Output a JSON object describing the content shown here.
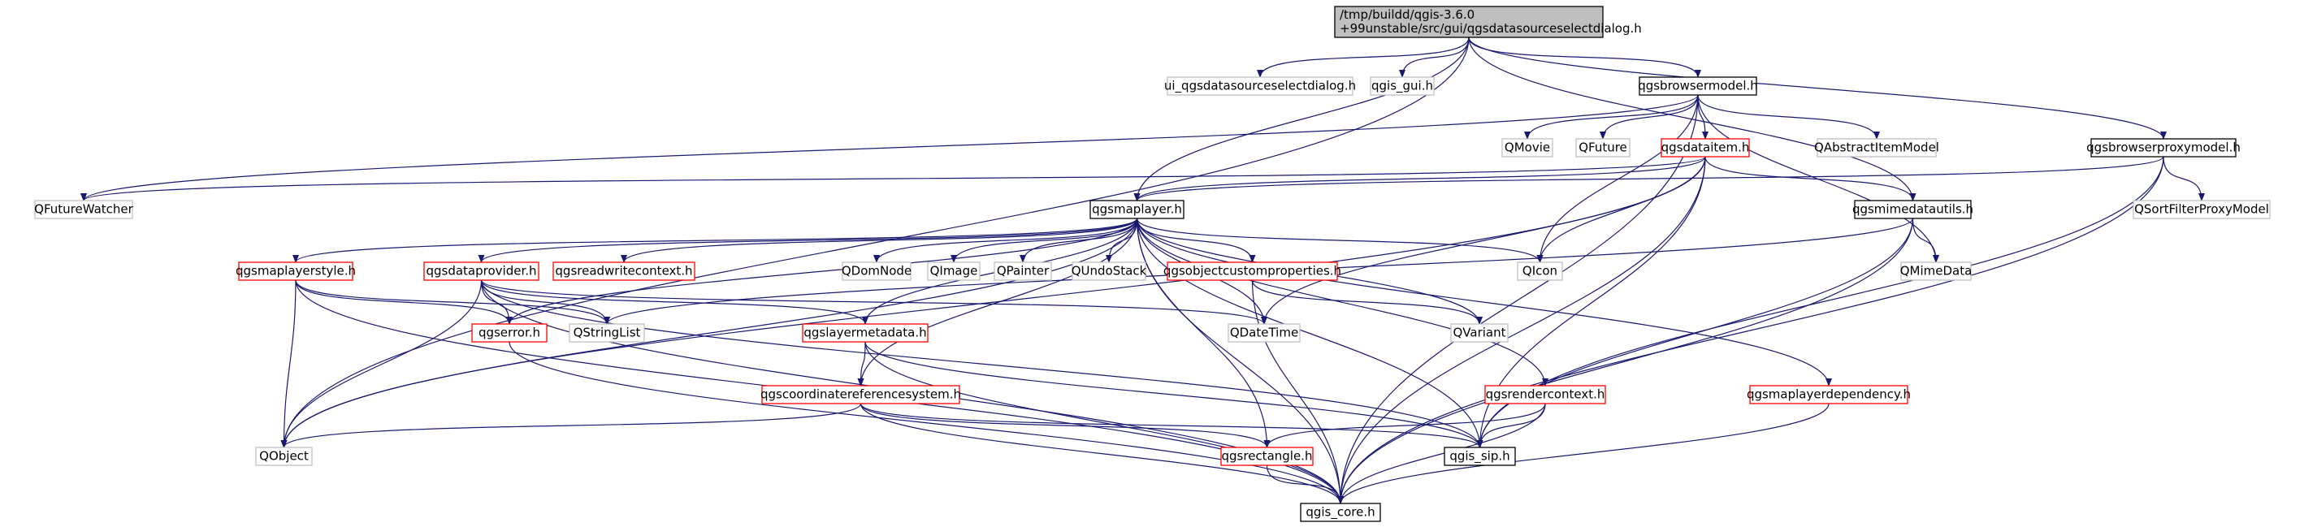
{
  "colors": {
    "edge": "#191970",
    "root_fill": "#bfbfbf",
    "black_border": "#000000",
    "red_border": "#ff0000",
    "gray_border": "#bfbfbf",
    "text": "#000000"
  },
  "nodes": [
    {
      "id": "root",
      "lines": [
        "/tmp/buildd/qgis-3.6.0",
        "+99unstable/src/gui/qgsdatasourceselectdialog.h"
      ],
      "style": "root"
    },
    {
      "id": "ui_dialog",
      "lines": [
        "ui_qgsdatasourceselectdialog.h"
      ],
      "style": "gray"
    },
    {
      "id": "qgis_gui",
      "lines": [
        "qgis_gui.h"
      ],
      "style": "gray"
    },
    {
      "id": "browsermodel",
      "lines": [
        "qgsbrowsermodel.h"
      ],
      "style": "black"
    },
    {
      "id": "browserproxymodel",
      "lines": [
        "qgsbrowserproxymodel.h"
      ],
      "style": "black"
    },
    {
      "id": "qmovie",
      "lines": [
        "QMovie"
      ],
      "style": "gray"
    },
    {
      "id": "qfuture",
      "lines": [
        "QFuture"
      ],
      "style": "gray"
    },
    {
      "id": "dataitem",
      "lines": [
        "qgsdataitem.h"
      ],
      "style": "red"
    },
    {
      "id": "qabstractitemmodel",
      "lines": [
        "QAbstractItemModel"
      ],
      "style": "gray"
    },
    {
      "id": "qsortfilter",
      "lines": [
        "QSortFilterProxyModel"
      ],
      "style": "gray"
    },
    {
      "id": "qfuturewatcher",
      "lines": [
        "QFutureWatcher"
      ],
      "style": "gray"
    },
    {
      "id": "maplayer",
      "lines": [
        "qgsmaplayer.h"
      ],
      "style": "black"
    },
    {
      "id": "mimedatautils",
      "lines": [
        "qgsmimedatautils.h"
      ],
      "style": "black"
    },
    {
      "id": "maplayerstyle",
      "lines": [
        "qgsmaplayerstyle.h"
      ],
      "style": "red"
    },
    {
      "id": "dataprovider",
      "lines": [
        "qgsdataprovider.h"
      ],
      "style": "red"
    },
    {
      "id": "readwritecontext",
      "lines": [
        "qgsreadwritecontext.h"
      ],
      "style": "red"
    },
    {
      "id": "qdomnode",
      "lines": [
        "QDomNode"
      ],
      "style": "gray"
    },
    {
      "id": "qimage",
      "lines": [
        "QImage"
      ],
      "style": "gray"
    },
    {
      "id": "qpainter",
      "lines": [
        "QPainter"
      ],
      "style": "gray"
    },
    {
      "id": "qundostack",
      "lines": [
        "QUndoStack"
      ],
      "style": "gray"
    },
    {
      "id": "objcustomprops",
      "lines": [
        "qgsobjectcustomproperties.h"
      ],
      "style": "red"
    },
    {
      "id": "qicon",
      "lines": [
        "QIcon"
      ],
      "style": "gray"
    },
    {
      "id": "qmimedata",
      "lines": [
        "QMimeData"
      ],
      "style": "gray"
    },
    {
      "id": "qgserror",
      "lines": [
        "qgserror.h"
      ],
      "style": "red"
    },
    {
      "id": "qstringlist",
      "lines": [
        "QStringList"
      ],
      "style": "gray"
    },
    {
      "id": "layermetadata",
      "lines": [
        "qgslayermetadata.h"
      ],
      "style": "red"
    },
    {
      "id": "qdatetime",
      "lines": [
        "QDateTime"
      ],
      "style": "gray"
    },
    {
      "id": "qvariant",
      "lines": [
        "QVariant"
      ],
      "style": "gray"
    },
    {
      "id": "crs",
      "lines": [
        "qgscoordinatereferencesystem.h"
      ],
      "style": "red"
    },
    {
      "id": "rendercontext",
      "lines": [
        "qgsrendercontext.h"
      ],
      "style": "red"
    },
    {
      "id": "layerdependency",
      "lines": [
        "qgsmaplayerdependency.h"
      ],
      "style": "red"
    },
    {
      "id": "qobject",
      "lines": [
        "QObject"
      ],
      "style": "gray"
    },
    {
      "id": "qgsrectangle",
      "lines": [
        "qgsrectangle.h"
      ],
      "style": "red"
    },
    {
      "id": "qgis_sip",
      "lines": [
        "qgis_sip.h"
      ],
      "style": "black"
    },
    {
      "id": "qgis_core",
      "lines": [
        "qgis_core.h"
      ],
      "style": "black"
    }
  ],
  "edges": [
    [
      "root",
      "ui_dialog"
    ],
    [
      "root",
      "qgis_gui"
    ],
    [
      "root",
      "browsermodel"
    ],
    [
      "root",
      "browserproxymodel"
    ],
    [
      "root",
      "maplayer"
    ],
    [
      "root",
      "mimedatautils"
    ],
    [
      "root",
      "qobject"
    ],
    [
      "browsermodel",
      "qmovie"
    ],
    [
      "browsermodel",
      "qfuture"
    ],
    [
      "browsermodel",
      "dataitem"
    ],
    [
      "browsermodel",
      "qabstractitemmodel"
    ],
    [
      "browsermodel",
      "qfuturewatcher"
    ],
    [
      "browsermodel",
      "qicon"
    ],
    [
      "browsermodel",
      "qmimedata"
    ],
    [
      "browsermodel",
      "qgis_core"
    ],
    [
      "browserproxymodel",
      "qsortfilter"
    ],
    [
      "browserproxymodel",
      "maplayer"
    ],
    [
      "browserproxymodel",
      "qgis_sip"
    ],
    [
      "browserproxymodel",
      "qgis_core"
    ],
    [
      "dataitem",
      "maplayer"
    ],
    [
      "dataitem",
      "mimedatautils"
    ],
    [
      "dataitem",
      "qfuturewatcher"
    ],
    [
      "dataitem",
      "qobject"
    ],
    [
      "dataitem",
      "qicon"
    ],
    [
      "dataitem",
      "qdatetime"
    ],
    [
      "dataitem",
      "qgis_sip"
    ],
    [
      "dataitem",
      "qgis_core"
    ],
    [
      "mimedatautils",
      "qmimedata"
    ],
    [
      "mimedatautils",
      "qstringlist"
    ],
    [
      "mimedatautils",
      "qgis_sip"
    ],
    [
      "mimedatautils",
      "qgis_core"
    ],
    [
      "maplayer",
      "maplayerstyle"
    ],
    [
      "maplayer",
      "dataprovider"
    ],
    [
      "maplayer",
      "readwritecontext"
    ],
    [
      "maplayer",
      "qdomnode"
    ],
    [
      "maplayer",
      "qimage"
    ],
    [
      "maplayer",
      "qpainter"
    ],
    [
      "maplayer",
      "qundostack"
    ],
    [
      "maplayer",
      "objcustomprops"
    ],
    [
      "maplayer",
      "qicon"
    ],
    [
      "maplayer",
      "qgserror"
    ],
    [
      "maplayer",
      "layermetadata"
    ],
    [
      "maplayer",
      "qdatetime"
    ],
    [
      "maplayer",
      "qvariant"
    ],
    [
      "maplayer",
      "crs"
    ],
    [
      "maplayer",
      "rendercontext"
    ],
    [
      "maplayer",
      "layerdependency"
    ],
    [
      "maplayer",
      "qobject"
    ],
    [
      "maplayer",
      "qgsrectangle"
    ],
    [
      "maplayer",
      "qgis_sip"
    ],
    [
      "maplayer",
      "qgis_core"
    ],
    [
      "maplayerstyle",
      "qgserror"
    ],
    [
      "maplayerstyle",
      "qstringlist"
    ],
    [
      "maplayerstyle",
      "qobject"
    ],
    [
      "maplayerstyle",
      "qgis_core"
    ],
    [
      "dataprovider",
      "qgserror"
    ],
    [
      "dataprovider",
      "qstringlist"
    ],
    [
      "dataprovider",
      "layermetadata"
    ],
    [
      "dataprovider",
      "qdatetime"
    ],
    [
      "dataprovider",
      "qobject"
    ],
    [
      "dataprovider",
      "qgis_sip"
    ],
    [
      "dataprovider",
      "qgis_core"
    ],
    [
      "objcustomprops",
      "qvariant"
    ],
    [
      "objcustomprops",
      "qgis_core"
    ],
    [
      "qgserror",
      "qgis_core"
    ],
    [
      "layermetadata",
      "crs"
    ],
    [
      "layermetadata",
      "qgis_sip"
    ],
    [
      "layermetadata",
      "qgis_core"
    ],
    [
      "crs",
      "qobject"
    ],
    [
      "crs",
      "qgsrectangle"
    ],
    [
      "crs",
      "qgis_sip"
    ],
    [
      "crs",
      "qgis_core"
    ],
    [
      "rendercontext",
      "qgsrectangle"
    ],
    [
      "rendercontext",
      "qgis_sip"
    ],
    [
      "rendercontext",
      "qgis_core"
    ],
    [
      "layerdependency",
      "qgis_core"
    ],
    [
      "qgsrectangle",
      "qgis_core"
    ]
  ]
}
